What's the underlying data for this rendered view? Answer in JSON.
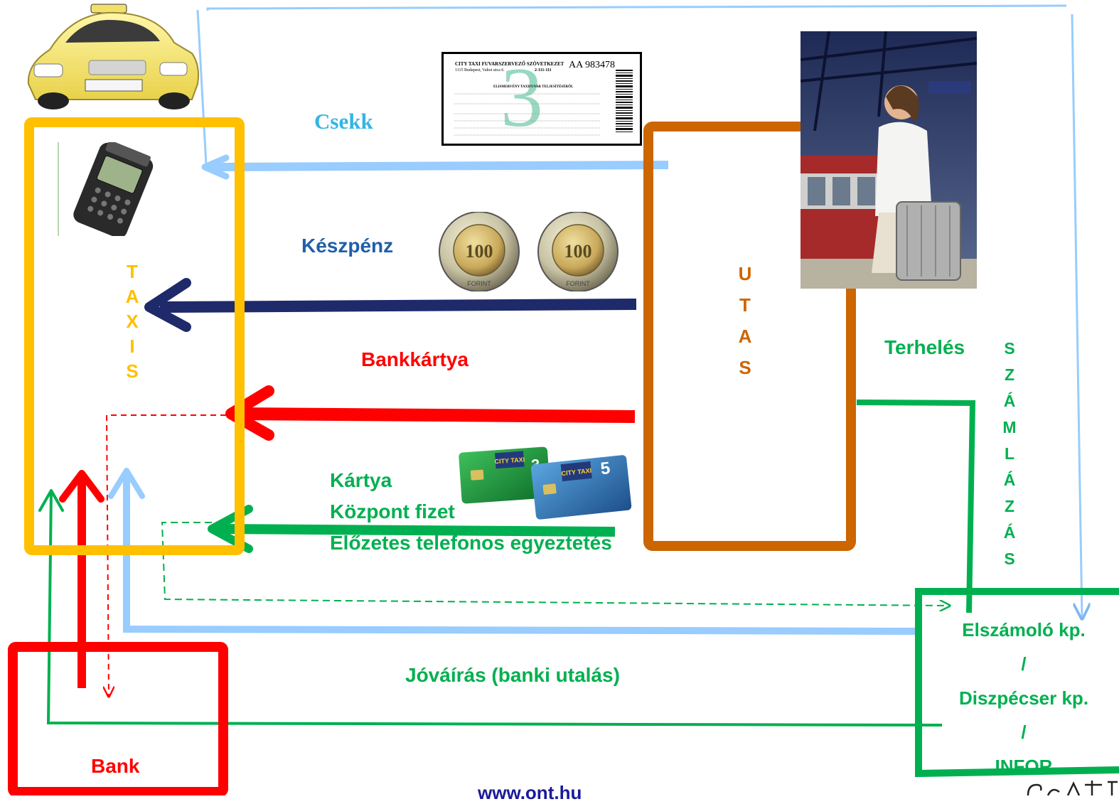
{
  "colors": {
    "taxi": "#ffc000",
    "utas": "#cc6600",
    "bank": "#ff0000",
    "center": "#00b050",
    "cash": "#1f2a6b",
    "check": "#99ccff"
  },
  "images": {
    "taxi_car": "taxi-car-image",
    "terminal": "payment-terminal-image",
    "check": "check-voucher-image",
    "coins": "100-forint-coins-image",
    "cards": "taxi-cards-image",
    "passenger": "passenger-photo"
  },
  "taxi_letters": [
    "T",
    "A",
    "X",
    "I",
    "S"
  ],
  "utas_letters": [
    "U",
    "T",
    "A",
    "S"
  ],
  "szamlazas_letters": [
    "S",
    "Z",
    "Á",
    "M",
    "L",
    "Á",
    "Z",
    "Á",
    "S"
  ],
  "labels": {
    "csekk": "Csekk",
    "keszpenz": "Készpénz",
    "bankkartya": "Bankkártya",
    "kartya_line1": "Kártya",
    "kartya_line2": "Központ fizet",
    "kartya_line3": "Előzetes telefonos egyeztetés",
    "terheles": "Terhelés",
    "jovairas": "Jóváírás (banki utalás)",
    "bank": "Bank",
    "center_line1": "Elszámoló kp.",
    "center_sep1": "/",
    "center_line2": "Diszpécser kp.",
    "center_sep2": "/",
    "center_line3": "INFOR",
    "footer": "www.ont.hu"
  },
  "check_voucher": {
    "company": "CITY TAXI FUVARSZERVEZŐ SZÖVETKEZET",
    "address": "1115 Budapest, Vahot utca 6.",
    "phone": "2-111-111",
    "serial": "AA 983478",
    "big_number": "3",
    "heading": "ELISMERVÉNY TAXIFUVAR TELJESÍTÉSÉRŐL"
  },
  "coins": [
    {
      "value": "100",
      "text": "FORINT"
    },
    {
      "value": "100",
      "text": "FORINT"
    }
  ],
  "cards": [
    {
      "brand": "CITY TAXI",
      "number": "3"
    },
    {
      "brand": "CITY TAXI",
      "number": "5"
    }
  ]
}
